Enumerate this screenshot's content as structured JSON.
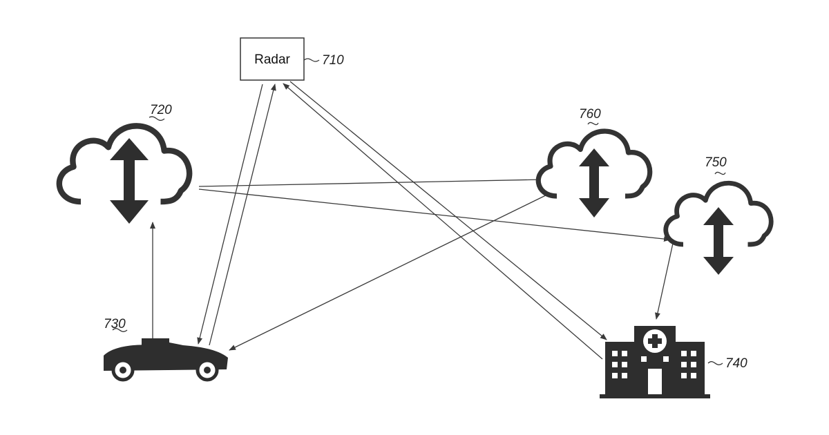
{
  "diagram": {
    "radar": {
      "label": "Radar",
      "ref": "710"
    },
    "cloud_720": {
      "ref": "720"
    },
    "vehicle_730": {
      "ref": "730"
    },
    "hospital_740": {
      "ref": "740"
    },
    "cloud_750": {
      "ref": "750"
    },
    "cloud_760": {
      "ref": "760"
    },
    "icons": [
      "cloud-upload-download-icon",
      "car-icon",
      "hospital-icon"
    ],
    "colors": {
      "line": "#3a3a3a",
      "icon": "#2e2e2e",
      "background": "#ffffff"
    }
  }
}
